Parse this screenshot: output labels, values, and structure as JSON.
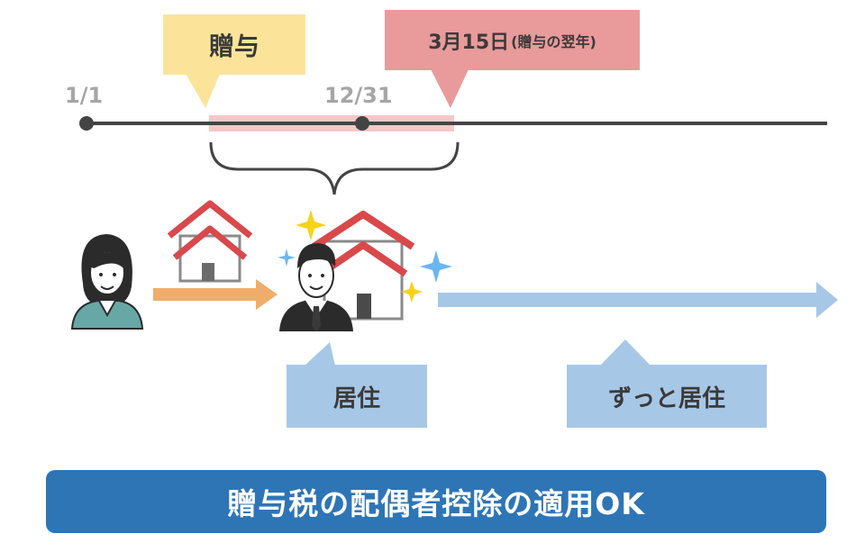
{
  "timeline": {
    "start_label": "1/1",
    "year_end_label": "12/31"
  },
  "callouts": {
    "gift": "贈与",
    "deadline_main": "3月15日",
    "deadline_note": "(贈与の翌年)",
    "live": "居住",
    "keep_living": "ずっと居住"
  },
  "banner": {
    "text": "贈与税の配偶者控除の適用OK"
  },
  "icons": [
    "wife-avatar-icon",
    "house-icon",
    "husband-avatar-icon",
    "sparkle-icon",
    "arrow-right-icon"
  ],
  "colors": {
    "gift": "#fbe49a",
    "deadline": "#e99a9b",
    "period_highlight": "#f6c7c9",
    "live": "#a7c7e7",
    "banner": "#2e75b6",
    "timeline": "#444444",
    "transfer_arrow": "#f0ad6a",
    "house_roof": "#d9484b",
    "sparkle_yellow": "#f7d21e",
    "sparkle_blue": "#6ab7ef"
  }
}
